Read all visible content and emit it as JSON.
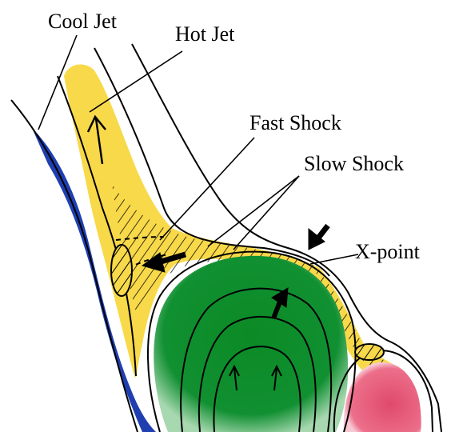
{
  "labels": {
    "cool_jet": "Cool Jet",
    "hot_jet": "Hot Jet",
    "fast_shock": "Fast Shock",
    "slow_shock": "Slow Shock",
    "x_point": "X-point"
  },
  "colors": {
    "cool_jet": "#1f3fb0",
    "hot_jet": "#f8d94a",
    "flux_rope": "#0f8a2a",
    "loop": "#e8607a",
    "outline": "#000000",
    "background": "#ffffff"
  }
}
